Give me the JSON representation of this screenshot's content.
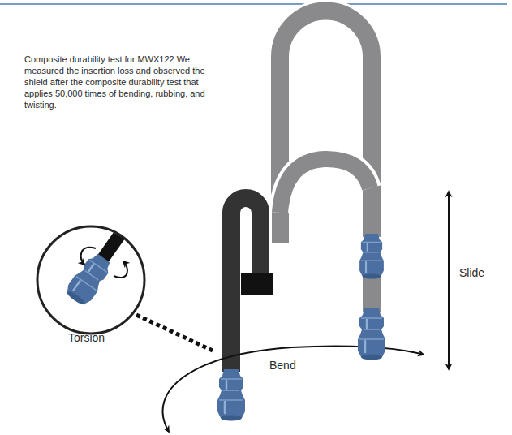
{
  "diagram": {
    "labels": [
      "Composite durability test for MWX122 We measured the insertion loss and observed the shield after the composite durability test that applies 50,000 times of bending, rubbing, and twisting.",
      "Torsion",
      "Bend",
      "Slide"
    ]
  }
}
